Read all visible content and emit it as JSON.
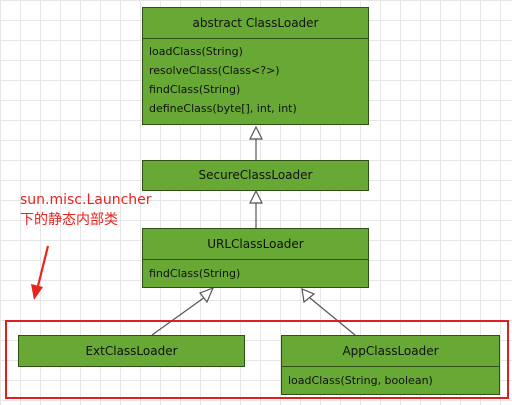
{
  "classes": {
    "classloader": {
      "title": "abstract ClassLoader",
      "methods": [
        "loadClass(String)",
        "resolveClass(Class<?>)",
        "findClass(String)",
        "defineClass(byte[], int, int)"
      ]
    },
    "secure": {
      "title": "SecureClassLoader"
    },
    "url": {
      "title": "URLClassLoader",
      "methods": [
        "findClass(String)"
      ]
    },
    "ext": {
      "title": "ExtClassLoader"
    },
    "app": {
      "title": "AppClassLoader",
      "methods": [
        "loadClass(String, boolean)"
      ]
    }
  },
  "annotation": {
    "line1": "sun.misc.Launcher",
    "line2": "下的静态内部类"
  },
  "colors": {
    "box_fill": "#67a934",
    "box_border": "#2e4f16",
    "annotation": "#e8241e",
    "highlight_border": "#e02020"
  }
}
